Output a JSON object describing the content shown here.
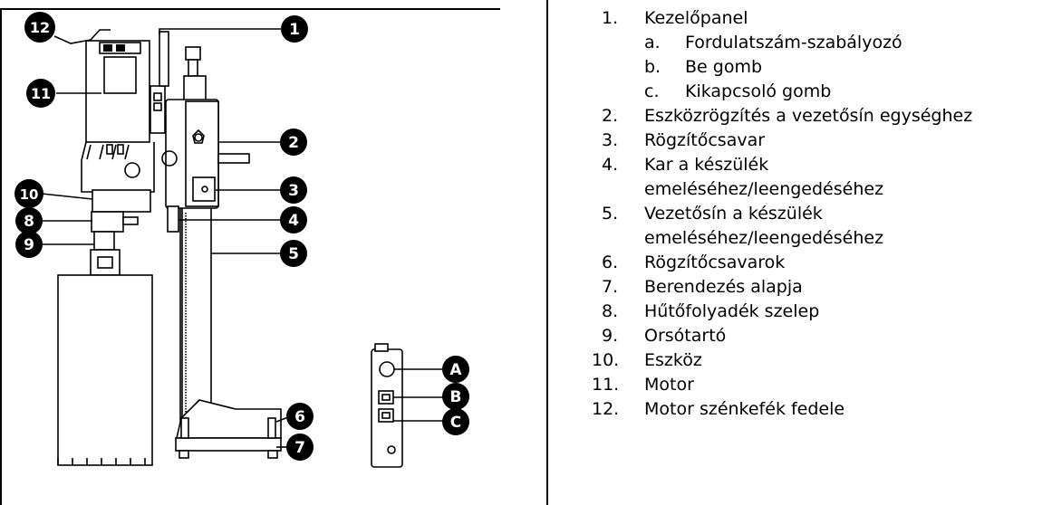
{
  "callouts": {
    "c1": "1",
    "c2": "2",
    "c3": "3",
    "c4": "4",
    "c5": "5",
    "c6": "6",
    "c7": "7",
    "c8": "8",
    "c9": "9",
    "c10": "10",
    "c11": "11",
    "c12": "12",
    "cA": "A",
    "cB": "B",
    "cC": "C"
  },
  "legend": [
    {
      "num": "1.",
      "text": "Kezelőpanel"
    },
    {
      "num": "a.",
      "text": "Fordulatszám-szabályozó",
      "sub": true
    },
    {
      "num": "b.",
      "text": "Be gomb",
      "sub": true
    },
    {
      "num": "c.",
      "text": "Kikapcsoló gomb",
      "sub": true
    },
    {
      "num": "2.",
      "text": "Eszközrögzítés a vezetősín egységhez"
    },
    {
      "num": "3.",
      "text": "Rögzítőcsavar"
    },
    {
      "num": "4.",
      "text": "Kar a készülék"
    },
    {
      "num": "",
      "text": "emeléséhez/leengedéséhez",
      "cont": true
    },
    {
      "num": "5.",
      "text": "Vezetősín a készülék"
    },
    {
      "num": "",
      "text": "emeléséhez/leengedéséhez",
      "cont": true
    },
    {
      "num": "6.",
      "text": "Rögzítőcsavarok"
    },
    {
      "num": "7.",
      "text": "Berendezés alapja"
    },
    {
      "num": "8.",
      "text": "Hűtőfolyadék szelep"
    },
    {
      "num": "9.",
      "text": "Orsótartó"
    },
    {
      "num": "10.",
      "text": "Eszköz",
      "d": true
    },
    {
      "num": "11.",
      "text": "Motor",
      "d": true
    },
    {
      "num": "12.",
      "text": "Motor szénkefék fedele",
      "d": true
    }
  ]
}
